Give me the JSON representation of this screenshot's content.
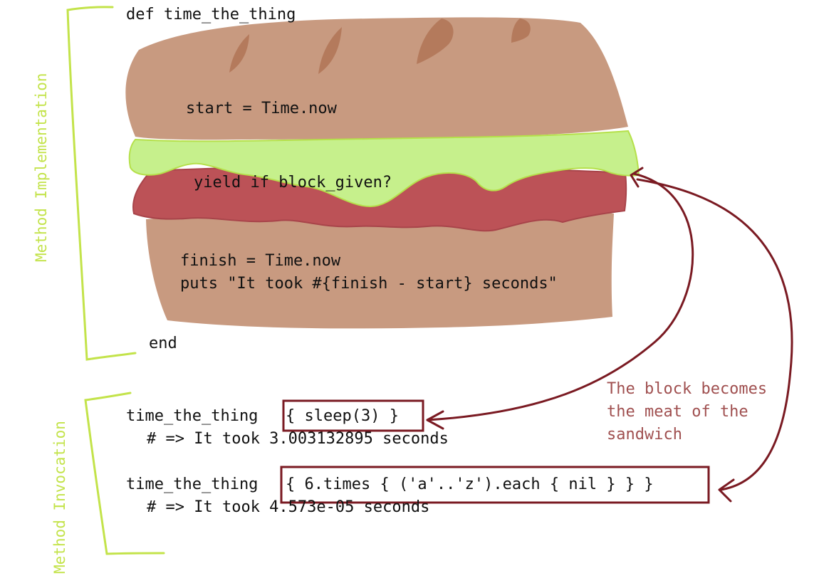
{
  "labels": {
    "implementation": "Method Implementation",
    "invocation": "Method Invocation"
  },
  "code": {
    "def_line": "def time_the_thing",
    "start_line": "start = Time.now",
    "yield_line": "yield if block_given?",
    "finish_line": "finish = Time.now",
    "puts_line": "puts \"It took #{finish - start} seconds\"",
    "end_line": "end"
  },
  "invocations": [
    {
      "method": "time_the_thing",
      "block": "{ sleep(3) }",
      "result": "# => It took 3.003132895 seconds"
    },
    {
      "method": "time_the_thing",
      "block": "{ 6.times { ('a'..'z').each { nil } } }",
      "result": "# => It took 4.573e-05 seconds"
    }
  ],
  "annotation": {
    "line1": "The block becomes",
    "line2": "the meat of the",
    "line3": "sandwich"
  },
  "colors": {
    "bread": "#c89a80",
    "bread_slash": "#b47a5c",
    "lettuce": "#c6f08c",
    "lettuce_edge": "#b5e04a",
    "meat": "#bc5257",
    "bracket": "#c3e34a",
    "arrow": "#7a1a22",
    "annotation_text": "#a05050"
  }
}
